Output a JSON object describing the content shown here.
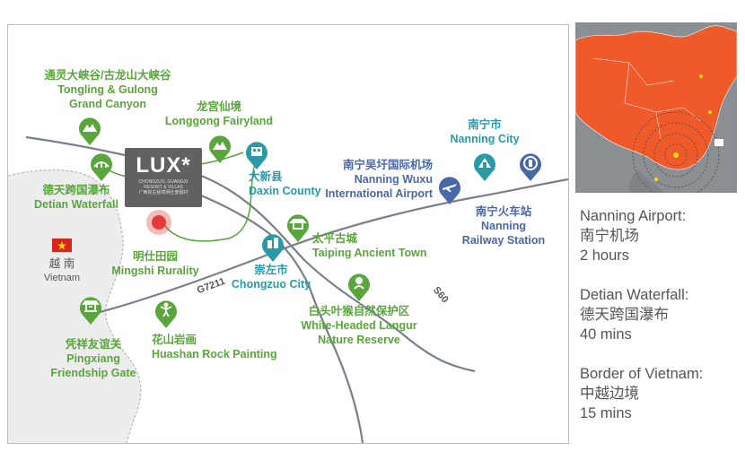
{
  "places": {
    "tongling_cn": "通灵大峡谷/古龙山大峡谷",
    "tongling_en1": "Tongling & Gulong",
    "tongling_en2": "Grand Canyon",
    "longgong_cn": "龙宫仙境",
    "longgong_en": "Longgong Fairyland",
    "nanning_cn": "南宁市",
    "nanning_en": "Nanning City",
    "daxin_cn": "大新县",
    "daxin_en": "Daxin County",
    "airport_cn": "南宁吴圩国际机场",
    "airport_en1": "Nanning Wuxu",
    "airport_en2": "International Airport",
    "detian_cn": "德天跨国瀑布",
    "detian_en": "Detian Waterfall",
    "railway_cn": "南宁火车站",
    "railway_en1": "Nanning",
    "railway_en2": "Railway Station",
    "taiping_cn": "太平古城",
    "taiping_en": "Taiping Ancient Town",
    "vietnam_cn": "越 南",
    "vietnam_en": "Vietnam",
    "mingshi_cn": "明仕田园",
    "mingshi_en": "Mingshi Rurality",
    "chongzuo_cn": "崇左市",
    "chongzuo_en": "Chongzuo City",
    "langur_cn": "白头叶猴自然保护区",
    "langur_en1": "White-Headed Langur",
    "langur_en2": "Nature Reserve",
    "pingxiang_cn": "凭祥友谊关",
    "pingxiang_en1": "Pingxiang",
    "pingxiang_en2": "Friendship Gate",
    "huashan_cn": "花山岩画",
    "huashan_en": "Huashan Rock Painting"
  },
  "roads": {
    "g7211": "G7211",
    "s60": "S60"
  },
  "resort": {
    "logo": "LUX*",
    "line1": "CHONGZUO, GUANGXI",
    "line2": "RESORT & VILLAS",
    "line3": "广西崇左秘境明仕度假村"
  },
  "info": [
    {
      "title": "Nanning Airport:",
      "cn": "南宁机场",
      "time": "2 hours"
    },
    {
      "title": "Detian Waterfall:",
      "cn": "德天跨国瀑布",
      "time": "40 mins"
    },
    {
      "title": "Border of Vietnam:",
      "cn": "中越边境",
      "time": "15 mins"
    }
  ],
  "colors": {
    "green": "#5aa53c",
    "blue": "#4a67a8",
    "teal": "#2a9aa6",
    "china": "#ee5a2a",
    "pin": "#e23b3b"
  },
  "icons": {
    "canyon": "mountain-icon",
    "fairyland": "mountain-icon",
    "city": "building-icon",
    "waterfall": "waterfall-icon",
    "airport": "airplane-icon",
    "railway": "train-icon",
    "ancient_town": "pavilion-icon",
    "gate": "gate-icon",
    "rock_painting": "figure-icon",
    "reserve": "monkey-icon",
    "flag": "vietnam-flag-icon",
    "resort": "location-pin-icon"
  }
}
